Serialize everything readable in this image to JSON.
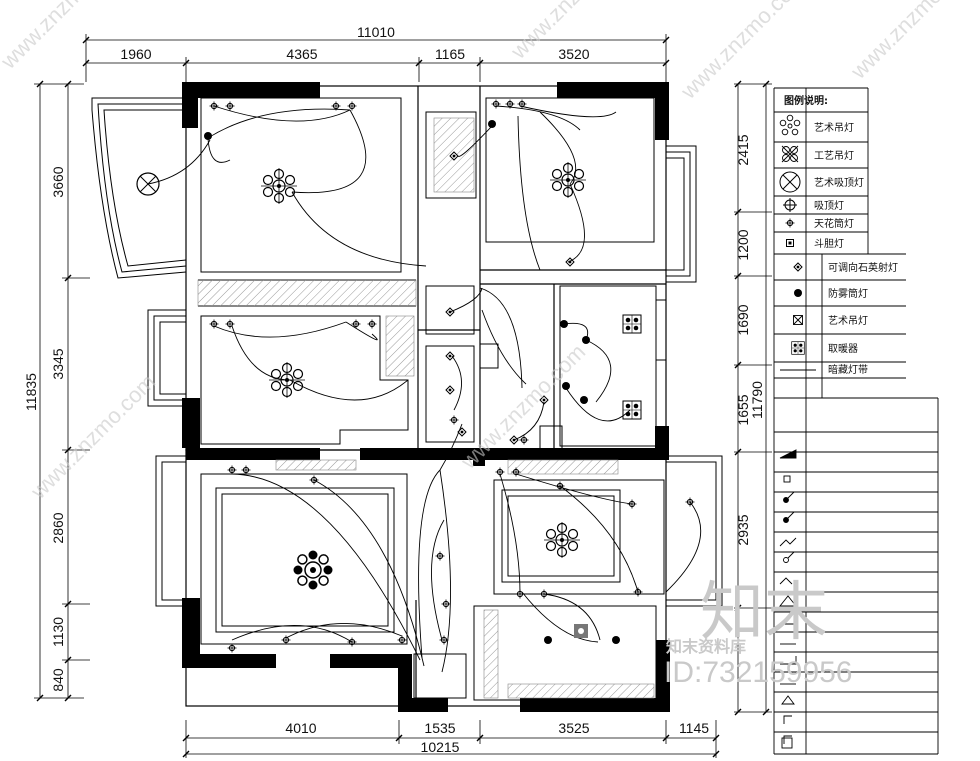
{
  "dimensions": {
    "top_total": "11010",
    "top": [
      "1960",
      "4365",
      "1165",
      "3520"
    ],
    "left_total": "11835",
    "left": [
      "3660",
      "3345",
      "2860",
      "1130",
      "840"
    ],
    "right_total": "11790",
    "right": [
      "2415",
      "1200",
      "1690",
      "1655",
      "2935"
    ],
    "bottom_total": "10215",
    "bottom": [
      "4010",
      "1535",
      "3525",
      "1145"
    ]
  },
  "legend": {
    "title": "图例说明:",
    "items": [
      {
        "icon": "art-pendant-icon",
        "label": "艺术吊灯"
      },
      {
        "icon": "craft-pendant-icon",
        "label": "工艺吊灯"
      },
      {
        "icon": "art-ceiling-lamp-icon",
        "label": "艺术吸顶灯"
      },
      {
        "icon": "ceiling-lamp-icon",
        "label": "吸顶灯"
      },
      {
        "icon": "downlight-icon",
        "label": "天花筒灯"
      },
      {
        "icon": "spotlight-icon",
        "label": "斗胆灯"
      },
      {
        "icon": "adjustable-quartz-spotlight-icon",
        "label": "可调向石英射灯"
      },
      {
        "icon": "fog-proof-downlight-icon",
        "label": "防雾筒灯"
      },
      {
        "icon": "art-pendant-small-icon",
        "label": "艺术吊灯"
      },
      {
        "icon": "bath-heater-icon",
        "label": "取暖器"
      },
      {
        "icon": "concealed-strip-icon",
        "label": "暗藏灯带"
      }
    ]
  },
  "watermark": {
    "logo": "知末",
    "brand": "知末资料库",
    "id": "ID:732159956",
    "site": "www.znzmo.com"
  }
}
